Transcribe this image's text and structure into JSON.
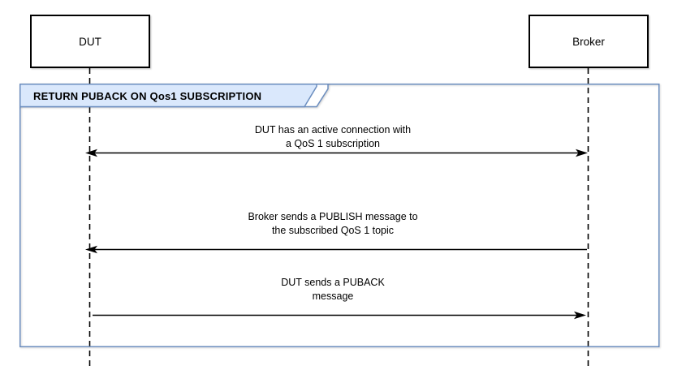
{
  "diagram": {
    "type": "uml-sequence-diagram",
    "actors": [
      {
        "name": "DUT"
      },
      {
        "name": "Broker"
      }
    ],
    "frame": {
      "title": "RETURN PUBACK ON Qos1 SUBSCRIPTION"
    },
    "messages": [
      {
        "from": "DUT",
        "to": "Broker",
        "arrow": "both-ends",
        "line1": "DUT has an active connection with",
        "line2": "a QoS 1 subscription"
      },
      {
        "from": "Broker",
        "to": "DUT",
        "arrow": "to-left",
        "line1": "Broker sends a PUBLISH message to",
        "line2": "the subscribed QoS 1 topic"
      },
      {
        "from": "DUT",
        "to": "Broker",
        "arrow": "to-right",
        "line1": "DUT sends a PUBACK",
        "line2": "message"
      }
    ],
    "colors": {
      "frame_border": "#6c8ebf",
      "label_fill": "#dae8fc",
      "label_outline_fill": "#ffffff",
      "line": "#000000",
      "background": "#ffffff"
    }
  }
}
